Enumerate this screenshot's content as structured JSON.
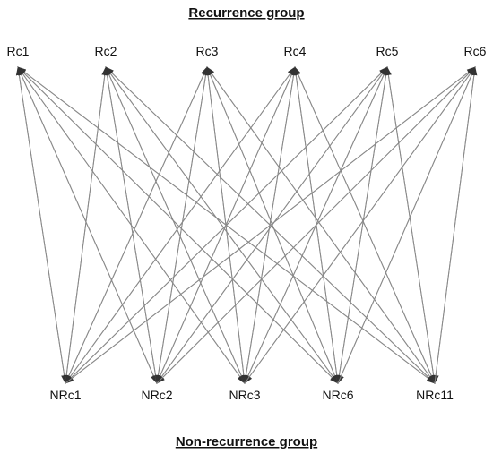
{
  "titles": {
    "top": "Recurrence group",
    "bottom": "Non-recurrence group"
  },
  "top_nodes": [
    {
      "id": "Rc1",
      "label": "Rc1"
    },
    {
      "id": "Rc2",
      "label": "Rc2"
    },
    {
      "id": "Rc3",
      "label": "Rc3"
    },
    {
      "id": "Rc4",
      "label": "Rc4"
    },
    {
      "id": "Rc5",
      "label": "Rc5"
    },
    {
      "id": "Rc6",
      "label": "Rc6"
    }
  ],
  "bottom_nodes": [
    {
      "id": "NRc1",
      "label": "NRc1"
    },
    {
      "id": "NRc2",
      "label": "NRc2"
    },
    {
      "id": "NRc3",
      "label": "NRc3"
    },
    {
      "id": "NRc6",
      "label": "NRc6"
    },
    {
      "id": "NRc11",
      "label": "NRc11"
    }
  ],
  "edges": "all-to-all, bidirectional",
  "colors": {
    "edge": "#8a8a8a",
    "arrowhead": "#333333",
    "text": "#111111"
  }
}
